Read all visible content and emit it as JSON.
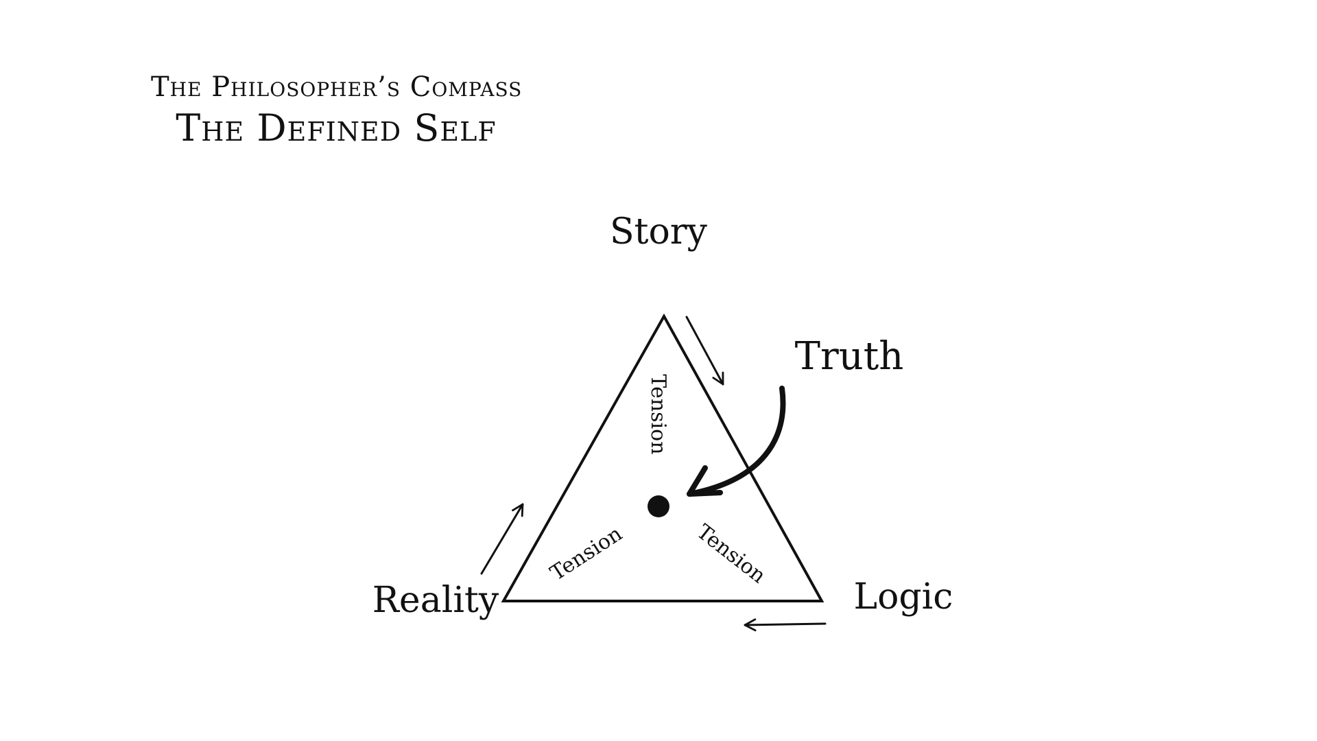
{
  "header": {
    "subtitle": "The Philosopher’s Compass",
    "title": "The Defined Self"
  },
  "diagram": {
    "vertices": {
      "top": "Story",
      "left": "Reality",
      "right": "Logic"
    },
    "pointer_label": "Truth",
    "tensions": [
      "Tension",
      "Tension",
      "Tension"
    ]
  },
  "colors": {
    "ink": "#111111",
    "background": "#ffffff"
  }
}
